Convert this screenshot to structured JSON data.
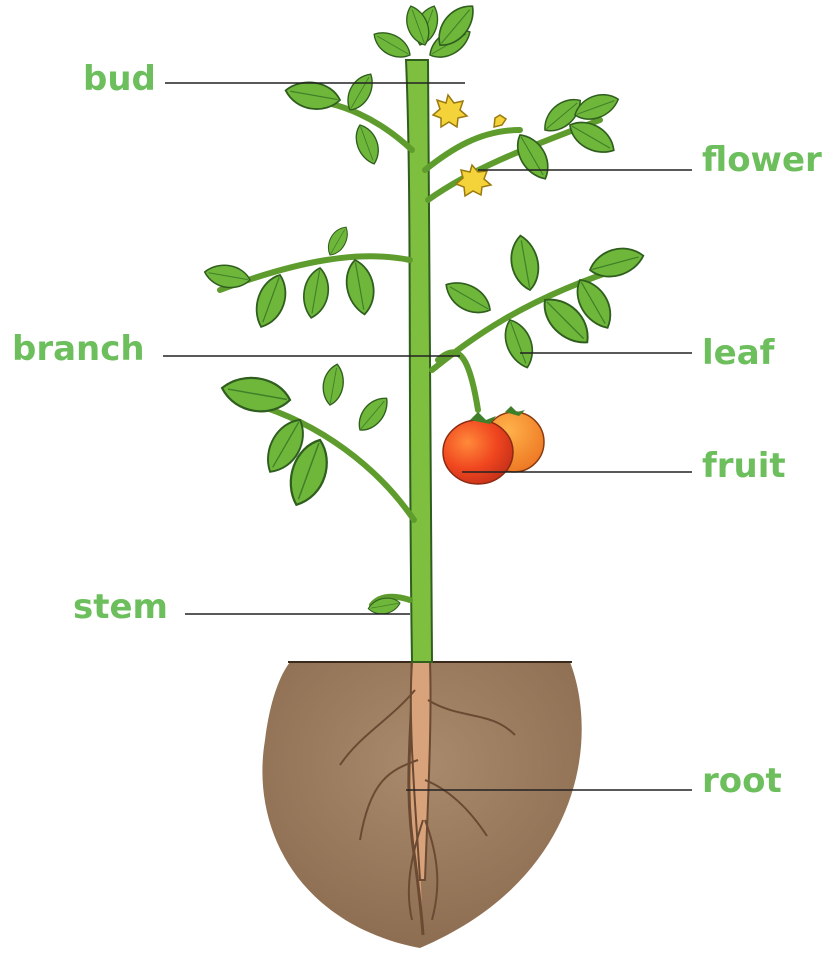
{
  "labels": {
    "bud": "bud",
    "flower": "flower",
    "branch": "branch",
    "leaf": "leaf",
    "fruit": "fruit",
    "stem": "stem",
    "root": "root"
  },
  "colors": {
    "label_text": "#6cbf5c",
    "leader_line": "#222222",
    "stem": "#7fbf3f",
    "leaf": "#6fb73a",
    "leaf_dark": "#3f7f2a",
    "flower": "#f3d23a",
    "fruit": "#f04a24",
    "fruit_back": "#f28c28",
    "soil": "#9c7b5d",
    "root": "#d7a077"
  },
  "icons": {
    "plant": "tomato-plant-illustration",
    "soil": "soil-cross-section"
  }
}
